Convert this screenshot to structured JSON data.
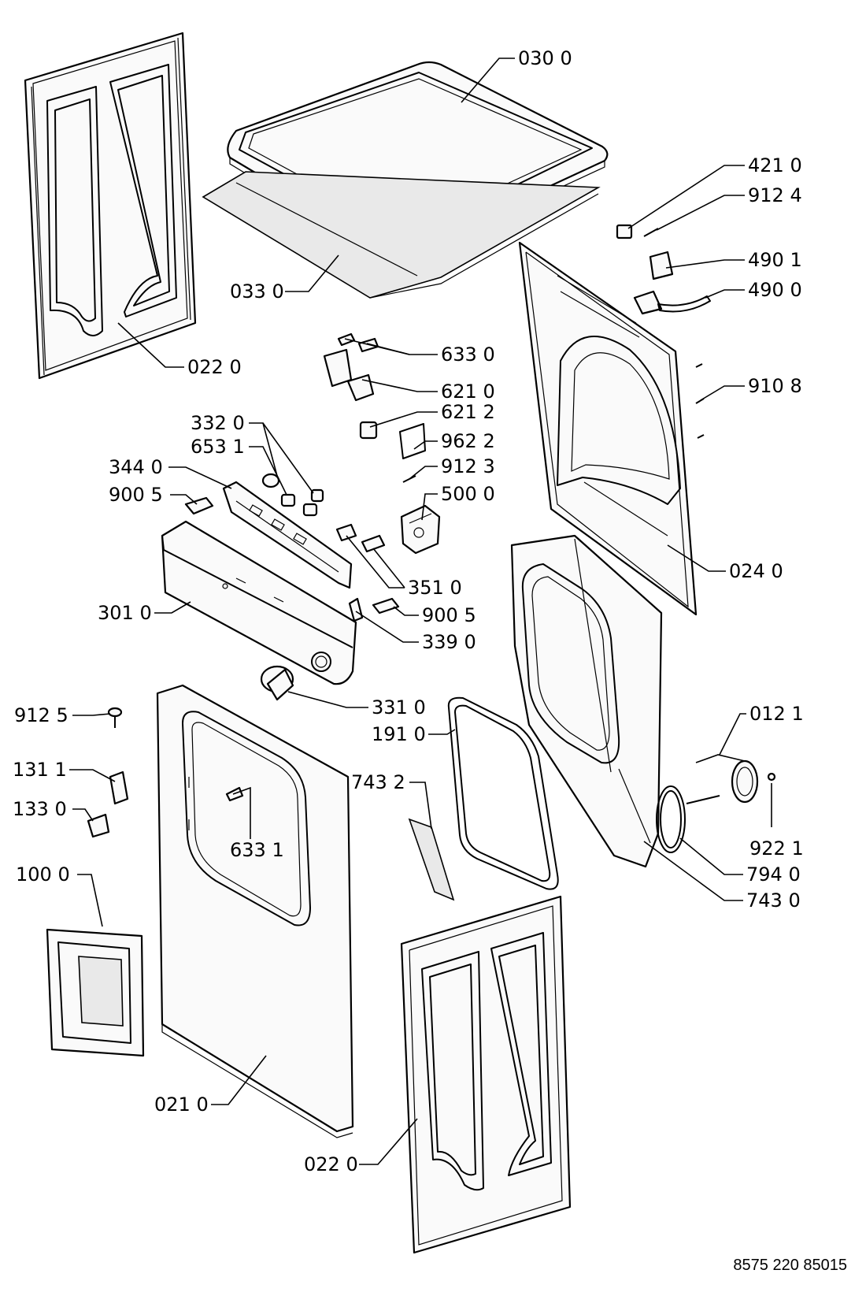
{
  "diagram": {
    "reference_number": "8575 220 85015",
    "callouts": [
      {
        "id": "c-0300",
        "label": "030 0"
      },
      {
        "id": "c-0330",
        "label": "033 0"
      },
      {
        "id": "c-0220a",
        "label": "022 0"
      },
      {
        "id": "c-4210",
        "label": "421 0"
      },
      {
        "id": "c-9124",
        "label": "912 4"
      },
      {
        "id": "c-4901",
        "label": "490 1"
      },
      {
        "id": "c-4900",
        "label": "490 0"
      },
      {
        "id": "c-6330",
        "label": "633 0"
      },
      {
        "id": "c-6210",
        "label": "621 0"
      },
      {
        "id": "c-6212",
        "label": "621 2"
      },
      {
        "id": "c-9108",
        "label": "910 8"
      },
      {
        "id": "c-3320",
        "label": "332 0"
      },
      {
        "id": "c-6531",
        "label": "653 1"
      },
      {
        "id": "c-9622",
        "label": "962 2"
      },
      {
        "id": "c-3440",
        "label": "344 0"
      },
      {
        "id": "c-9123",
        "label": "912 3"
      },
      {
        "id": "c-9005a",
        "label": "900 5"
      },
      {
        "id": "c-5000",
        "label": "500 0"
      },
      {
        "id": "c-0240",
        "label": "024 0"
      },
      {
        "id": "c-3510",
        "label": "351 0"
      },
      {
        "id": "c-3010",
        "label": "301 0"
      },
      {
        "id": "c-9005b",
        "label": "900 5"
      },
      {
        "id": "c-3390",
        "label": "339 0"
      },
      {
        "id": "c-3310",
        "label": "331 0"
      },
      {
        "id": "c-9125",
        "label": "912 5"
      },
      {
        "id": "c-1910",
        "label": "191 0"
      },
      {
        "id": "c-0121",
        "label": "012 1"
      },
      {
        "id": "c-1311",
        "label": "131 1"
      },
      {
        "id": "c-7432",
        "label": "743 2"
      },
      {
        "id": "c-1330",
        "label": "133 0"
      },
      {
        "id": "c-6331",
        "label": "633 1"
      },
      {
        "id": "c-9221",
        "label": "922 1"
      },
      {
        "id": "c-1000",
        "label": "100 0"
      },
      {
        "id": "c-7940",
        "label": "794 0"
      },
      {
        "id": "c-7430",
        "label": "743 0"
      },
      {
        "id": "c-0210",
        "label": "021 0"
      },
      {
        "id": "c-0220b",
        "label": "022 0"
      }
    ]
  }
}
